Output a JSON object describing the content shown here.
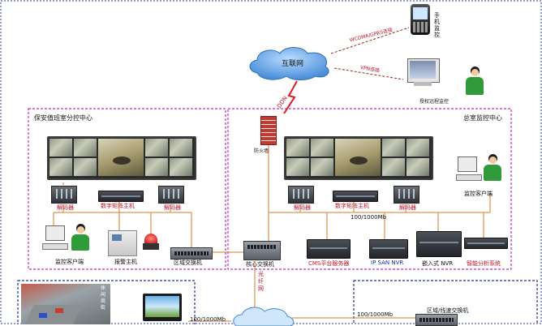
{
  "internet": "互联网",
  "labels": {
    "mobile": "手机监控",
    "wcdma": "WCDMA/GPRS连接",
    "vpn": "VPN连接",
    "remote": "授权远程监控",
    "ddn": "DDN",
    "firewall": "防火墙",
    "fiber": "光纤网"
  },
  "left_zone": {
    "title": "保安值班室分控中心",
    "decoder_a": "解码器",
    "matrix": "数字矩阵主机",
    "decoder_b": "解码器",
    "client": "监控客户端",
    "alarm": "报警主机",
    "area_switch": "区域交换机"
  },
  "right_zone": {
    "title": "总室监控中心",
    "decoder_a": "解码器",
    "matrix": "数字矩阵主机",
    "decoder_b": "解码器",
    "client": "监控客户端",
    "bandwidth": "100/1000Mb"
  },
  "core_row": {
    "core_switch": "核心交换机",
    "cms": "CMS平台服务器",
    "ipsan": "IP SAN NVR",
    "embedded": "嵌入式 NVR",
    "analysis": "智能分析系统"
  },
  "bottom": {
    "bw_left": "100/1000Mb",
    "bw_right": "100/1000Mb",
    "area_switch": "区域/线速交换机",
    "street_side": "休\n闲\n商\n街"
  },
  "colors": {
    "zone_border": "#c02fbf",
    "bottom_border": "#1f2f9a",
    "wire": "#d97a27",
    "red_link": "#e0191f",
    "cloud": "#3f86d6"
  }
}
